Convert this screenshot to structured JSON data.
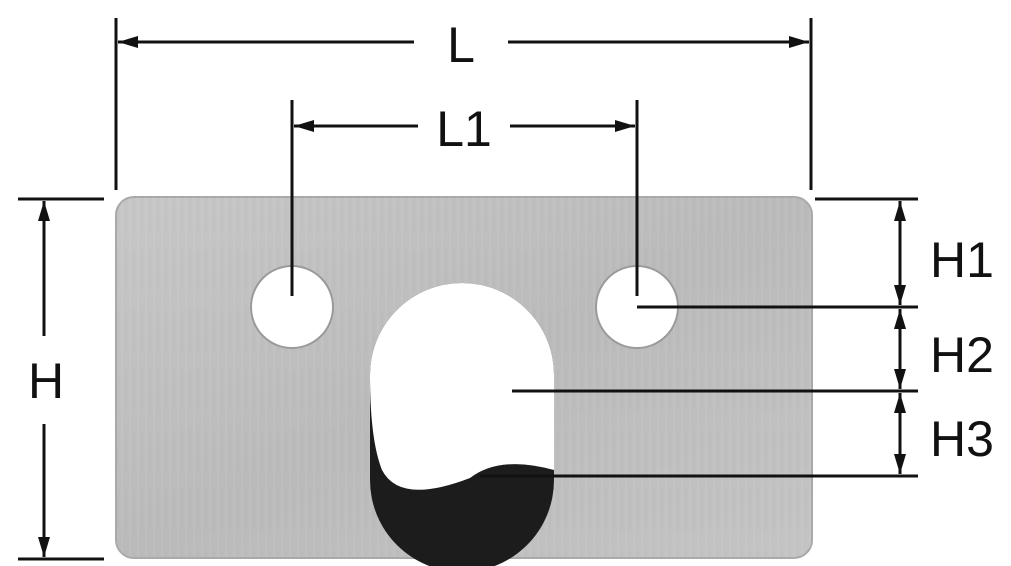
{
  "dimensions": {
    "L": "L",
    "L1": "L1",
    "H": "H",
    "H1": "H1",
    "H2": "H2",
    "H3": "H3"
  },
  "colors": {
    "plate": "#bcbcbc",
    "plate_edge": "#a9a9a9",
    "cutout": "#1c1c1c",
    "hole": "#ffffff",
    "line": "#111111"
  }
}
